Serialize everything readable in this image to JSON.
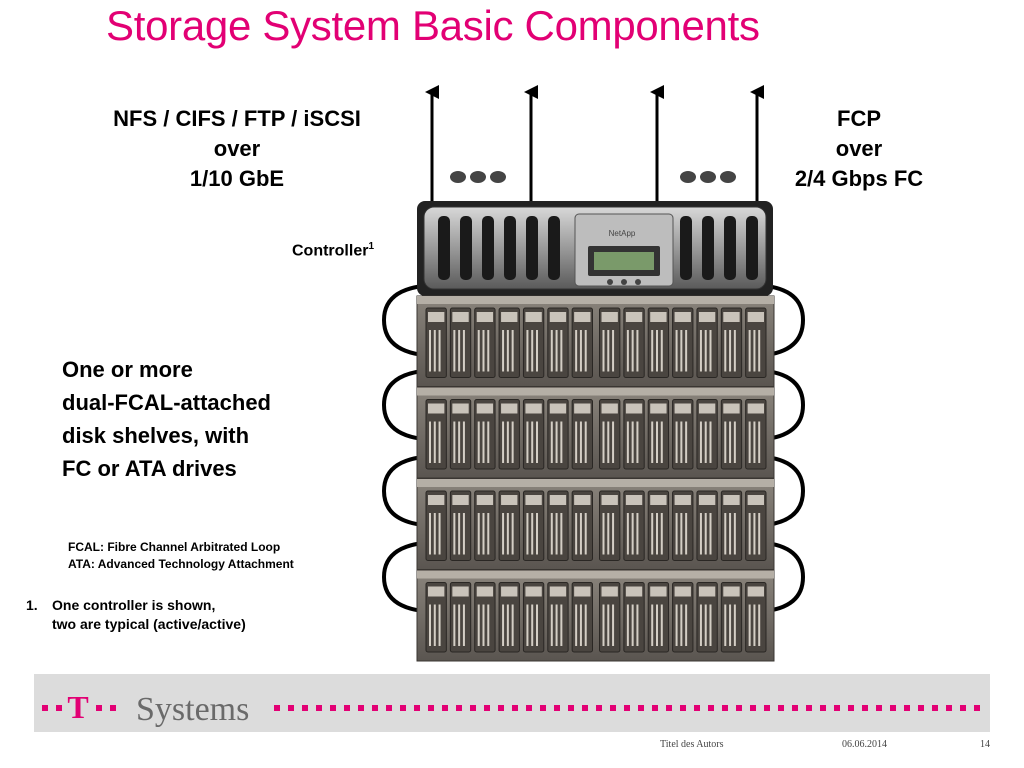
{
  "title": "Storage System Basic Components",
  "protocols_left": [
    "NFS / CIFS / FTP / iSCSI",
    "over",
    "1/10 GbE"
  ],
  "protocols_right": [
    "FCP",
    "over",
    "2/4 Gbps FC"
  ],
  "controller": {
    "label": "Controller",
    "footnote_marker": "1",
    "brand": "NetApp"
  },
  "shelves_text": [
    "One or more",
    "dual-FCAL-attached",
    "disk shelves, with",
    "FC or ATA drives"
  ],
  "abbreviations": [
    "FCAL: Fibre Channel Arbitrated Loop",
    "ATA: Advanced Technology Attachment"
  ],
  "footnote": {
    "number": "1.",
    "lines": [
      "One controller is shown,",
      "two are typical (active/active)"
    ]
  },
  "brand": {
    "name": "Systems",
    "logo_letter": "T",
    "accent": "#e20074"
  },
  "footer": {
    "author": "Titel des Autors",
    "date": "06.06.2014",
    "page": "14"
  },
  "colors": {
    "title": "#e20074",
    "footer_band": "#dcdcdc",
    "shelf": "#6e6860"
  },
  "disk_shelves": {
    "count": 4,
    "drives_per_shelf": 14
  }
}
